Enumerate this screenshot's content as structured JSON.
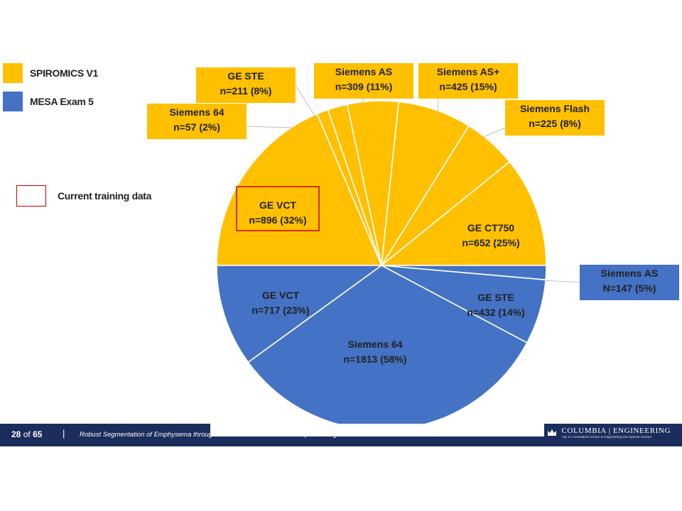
{
  "legend": {
    "items": [
      {
        "label": "SPIROMICS V1",
        "color": "#FFC000"
      },
      {
        "label": "MESA Exam 5",
        "color": "#4472C4"
      }
    ],
    "training_label": "Current training data",
    "training_color": "#C00000"
  },
  "chart_data": {
    "type": "pie",
    "title": "",
    "slices": [
      {
        "group": "SPIROMICS V1",
        "label": "GE VCT",
        "value_text": "n=896 (32%)",
        "n": 896,
        "percent": 32,
        "color": "#FFC000",
        "highlighted": true
      },
      {
        "group": "SPIROMICS V1",
        "label": "Siemens 64",
        "value_text": "n=57 (2%)",
        "n": 57,
        "percent": 2,
        "color": "#FFC000"
      },
      {
        "group": "SPIROMICS V1",
        "label": "GE STE",
        "value_text": "n=211 (8%)",
        "n": 211,
        "percent": 8,
        "color": "#FFC000"
      },
      {
        "group": "SPIROMICS V1",
        "label": "Siemens AS",
        "value_text": "n=309 (11%)",
        "n": 309,
        "percent": 11,
        "color": "#FFC000"
      },
      {
        "group": "SPIROMICS V1",
        "label": "Siemens AS+",
        "value_text": "n=425 (15%)",
        "n": 425,
        "percent": 15,
        "color": "#FFC000"
      },
      {
        "group": "SPIROMICS V1",
        "label": "Siemens Flash",
        "value_text": "n=225 (8%)",
        "n": 225,
        "percent": 8,
        "color": "#FFC000"
      },
      {
        "group": "SPIROMICS V1",
        "label": "GE CT750",
        "value_text": "n=652 (25%)",
        "n": 652,
        "percent": 25,
        "color": "#FFC000"
      },
      {
        "group": "MESA Exam 5",
        "label": "Siemens AS",
        "value_text": "N=147 (5%)",
        "n": 147,
        "percent": 5,
        "color": "#4472C4"
      },
      {
        "group": "MESA Exam 5",
        "label": "GE STE",
        "value_text": "n=432 (14%)",
        "n": 432,
        "percent": 14,
        "color": "#4472C4"
      },
      {
        "group": "MESA Exam 5",
        "label": "Siemens 64",
        "value_text": "n=1813 (58%)",
        "n": 1813,
        "percent": 58,
        "color": "#4472C4"
      },
      {
        "group": "MESA Exam 5",
        "label": "GE VCT",
        "value_text": "n=717 (23%)",
        "n": 717,
        "percent": 23,
        "color": "#4472C4"
      }
    ]
  },
  "footer": {
    "page_current": "28",
    "page_of": "of",
    "page_total": "65",
    "separator": "|",
    "title": "Robust Segmentation of Emphysema through Data Harmonization and Deep Learning",
    "logo_main": "COLUMBIA | ENGINEERING",
    "logo_sub": "The Fu Foundation School of Engineering and Applied Science",
    "bar_color": "#1A2D5C"
  }
}
